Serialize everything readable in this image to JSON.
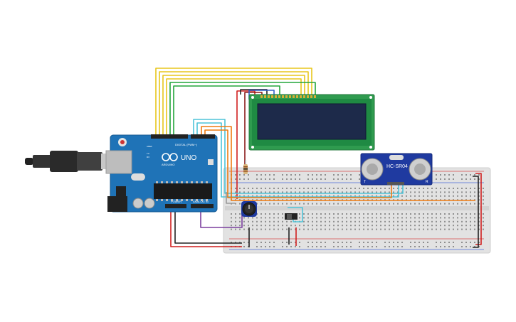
{
  "arduino": {
    "brand": "UNO",
    "sub_brand": "ARDUINO",
    "digital_header": "DIGITAL (PWM~)",
    "power_header": "POWER",
    "analog_header": "ANALOG IN",
    "aref": "AREF",
    "tx": "TX",
    "rx": "RX"
  },
  "sensor": {
    "model": "HC-SR04",
    "left_mark": "T",
    "right_mark": "R"
  },
  "colors": {
    "board": "#1f73b7",
    "lcd_pcb": "#2f9b4f",
    "lcd_screen": "#1d2a4a",
    "breadboard": "#e2e2e2",
    "wire_yellow": "#e8c61c",
    "wire_green": "#22a53a",
    "wire_red": "#d11f1f",
    "wire_black": "#222222",
    "wire_orange": "#ee7a10",
    "wire_cyan": "#4ec3d8",
    "wire_purple": "#7b3f9e",
    "wire_gray": "#9a9a9a"
  }
}
